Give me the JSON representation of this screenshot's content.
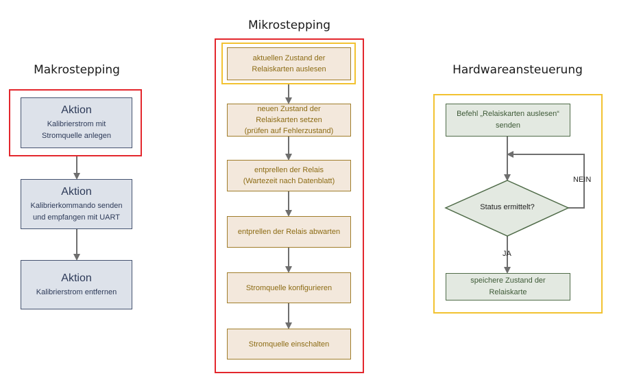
{
  "columns": {
    "makro": {
      "heading": "Makrostepping",
      "boxes": [
        {
          "title": "Aktion",
          "lines": [
            "Kalibrierstrom mit",
            "Stromquelle anlegen"
          ]
        },
        {
          "title": "Aktion",
          "lines": [
            "Kalibrierkommando senden",
            "und empfangen mit UART"
          ]
        },
        {
          "title": "Aktion",
          "lines": [
            "Kalibrierstrom entfernen"
          ]
        }
      ]
    },
    "mikro": {
      "heading": "Mikrostepping",
      "boxes": [
        {
          "lines": [
            "aktuellen Zustand der",
            "Relaiskarten auslesen"
          ]
        },
        {
          "lines": [
            "neuen Zustand der",
            "Relaiskarten setzen",
            "(prüfen auf Fehlerzustand)"
          ]
        },
        {
          "lines": [
            "entprellen der Relais",
            "(Wartezeit nach Datenblatt)"
          ]
        },
        {
          "lines": [
            "entprellen der Relais abwarten"
          ]
        },
        {
          "lines": [
            "Stromquelle konfigurieren"
          ]
        },
        {
          "lines": [
            "Stromquelle einschalten"
          ]
        }
      ]
    },
    "hardware": {
      "heading": "Hardwareansteuerung",
      "start": {
        "lines": [
          "Befehl „Relaiskarten auslesen“",
          "senden"
        ]
      },
      "decision": "Status ermittelt?",
      "no_label": "NEIN",
      "yes_label": "JA",
      "end": {
        "lines": [
          "speichere Zustand der",
          "Relaiskarte"
        ]
      }
    }
  },
  "colors": {
    "highlight_red": "#e3262c",
    "highlight_gold": "#f2c230",
    "makro_fill": "#dde2ea",
    "makro_border": "#44526f",
    "mikro_fill": "#f3e8dc",
    "mikro_border": "#a07d2a",
    "hardware_fill": "#e3e9e1",
    "hardware_border": "#4f6b48",
    "connector": "#6e6e6e"
  }
}
